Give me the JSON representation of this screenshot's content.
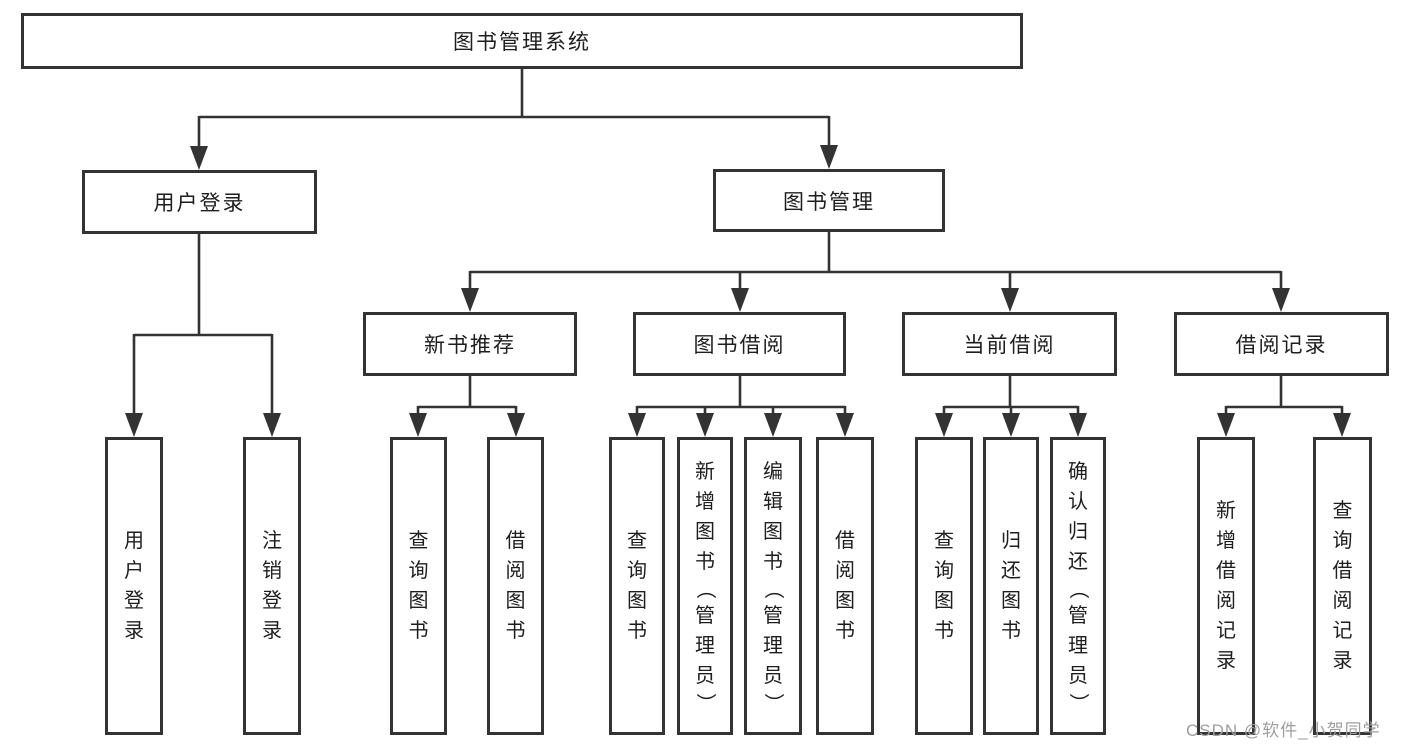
{
  "diagram_title": "图书管理系统",
  "colors": {
    "line": "#333333",
    "text": "#1e1e1e",
    "background": "#ffffff",
    "watermark": "#9e9e9e"
  },
  "nodes": {
    "root": {
      "label": "图书管理系统"
    },
    "user_login": {
      "label": "用户登录"
    },
    "book_mgmt": {
      "label": "图书管理"
    },
    "new_books": {
      "label": "新书推荐"
    },
    "book_borrow": {
      "label": "图书借阅"
    },
    "current_borrow": {
      "label": "当前借阅"
    },
    "borrow_records": {
      "label": "借阅记录"
    },
    "leaf_user_login": {
      "label": "用户登录"
    },
    "leaf_logout": {
      "label": "注销登录"
    },
    "leaf_nb_query": {
      "label": "查询图书"
    },
    "leaf_nb_borrow": {
      "label": "借阅图书"
    },
    "leaf_bw_query": {
      "label": "查询图书"
    },
    "leaf_bw_add": {
      "label": "新增图书（管理员）"
    },
    "leaf_bw_edit": {
      "label": "编辑图书（管理员）"
    },
    "leaf_bw_borrow": {
      "label": "借阅图书"
    },
    "leaf_cur_query": {
      "label": "查询图书"
    },
    "leaf_cur_return": {
      "label": "归还图书"
    },
    "leaf_cur_confirm": {
      "label": "确认归还（管理员）"
    },
    "leaf_rec_add": {
      "label": "新增借阅记录"
    },
    "leaf_rec_query": {
      "label": "查询借阅记录"
    }
  },
  "hierarchy": {
    "图书管理系统": {
      "用户登录": [
        "用户登录",
        "注销登录"
      ],
      "图书管理": {
        "新书推荐": [
          "查询图书",
          "借阅图书"
        ],
        "图书借阅": [
          "查询图书",
          "新增图书（管理员）",
          "编辑图书（管理员）",
          "借阅图书"
        ],
        "当前借阅": [
          "查询图书",
          "归还图书",
          "确认归还（管理员）"
        ],
        "借阅记录": [
          "新增借阅记录",
          "查询借阅记录"
        ]
      }
    }
  },
  "watermark": {
    "text": "CSDN @软件_小贺同学"
  }
}
